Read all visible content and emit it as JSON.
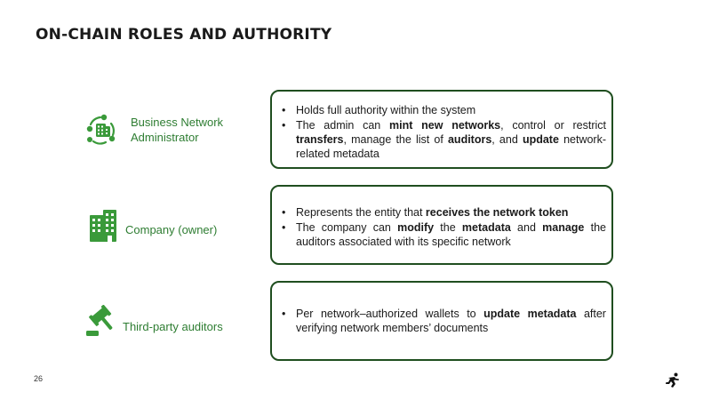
{
  "title": "ON-CHAIN ROLES AND AUTHORITY",
  "roles": [
    {
      "icon": "network-admin-icon",
      "label_line1": "Business Network",
      "label_line2": "Administrator",
      "bullets": [
        [
          {
            "t": "Holds full authority within the system",
            "b": false
          }
        ],
        [
          {
            "t": "The admin can ",
            "b": false
          },
          {
            "t": "mint new networks",
            "b": true
          },
          {
            "t": ", control or restrict ",
            "b": false
          },
          {
            "t": "transfers",
            "b": true
          },
          {
            "t": ", manage the list of ",
            "b": false
          },
          {
            "t": "auditors",
            "b": true
          },
          {
            "t": ", and ",
            "b": false
          },
          {
            "t": "update",
            "b": true
          },
          {
            "t": " network-related metadata",
            "b": false
          }
        ]
      ]
    },
    {
      "icon": "company-building-icon",
      "label_line1": "Company (owner)",
      "label_line2": "",
      "bullets": [
        [
          {
            "t": "Represents the entity that ",
            "b": false
          },
          {
            "t": "receives the network token",
            "b": true
          }
        ],
        [
          {
            "t": "The company can ",
            "b": false
          },
          {
            "t": "modify",
            "b": true
          },
          {
            "t": " the ",
            "b": false
          },
          {
            "t": "metadata",
            "b": true
          },
          {
            "t": " and ",
            "b": false
          },
          {
            "t": "manage",
            "b": true
          },
          {
            "t": " the auditors associated with its specific network",
            "b": false
          }
        ]
      ]
    },
    {
      "icon": "gavel-icon",
      "label_line1": "Third-party auditors",
      "label_line2": "",
      "bullets": [
        [
          {
            "t": "Per network–authorized wallets to ",
            "b": false
          },
          {
            "t": "update metadata",
            "b": true
          },
          {
            "t": " after verifying network members’ documents",
            "b": false
          }
        ]
      ]
    }
  ],
  "page_number": "26",
  "colors": {
    "role_label": "#2e7d32",
    "icon": "#3a9a3a",
    "card_border": "#1f4e1f"
  },
  "logo": "runner-logo-icon"
}
